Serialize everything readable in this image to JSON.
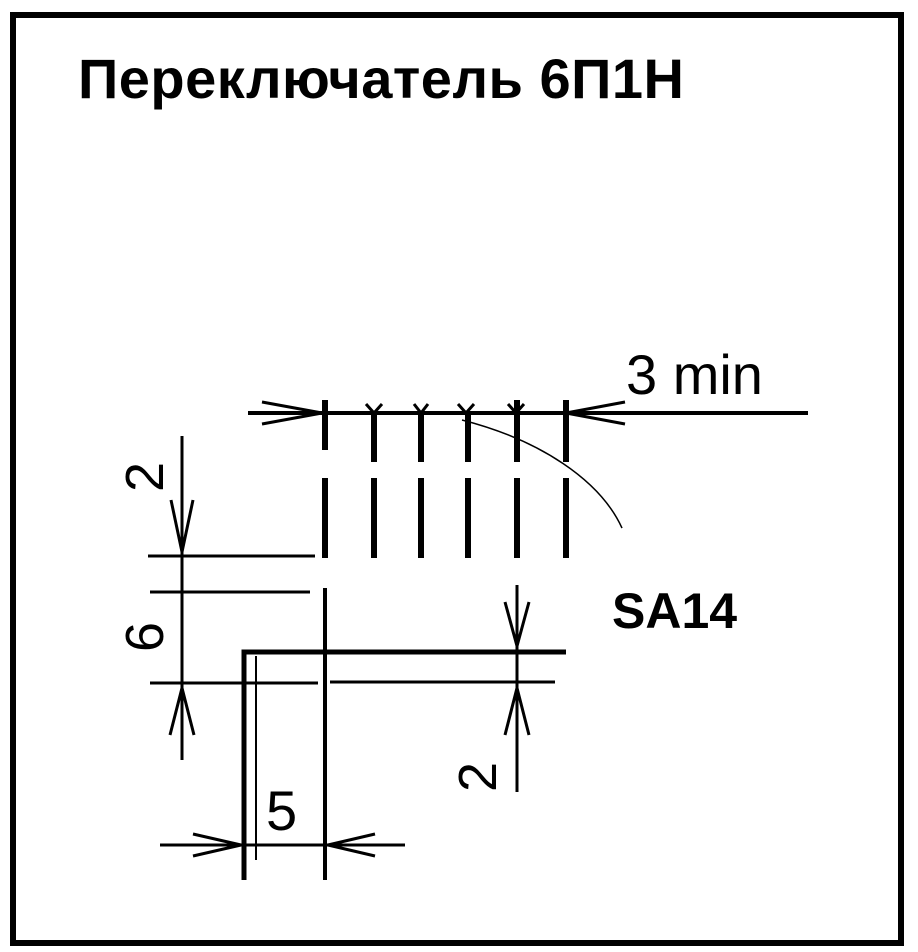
{
  "title": "Переключатель 6П1Н",
  "labels": {
    "pitch": "3 min",
    "designator": "SA14",
    "dim_top": "2",
    "dim_left": "6",
    "dim_right": "2",
    "dim_bottom": "5"
  },
  "colors": {
    "ink": "#000000",
    "paper": "#ffffff"
  }
}
